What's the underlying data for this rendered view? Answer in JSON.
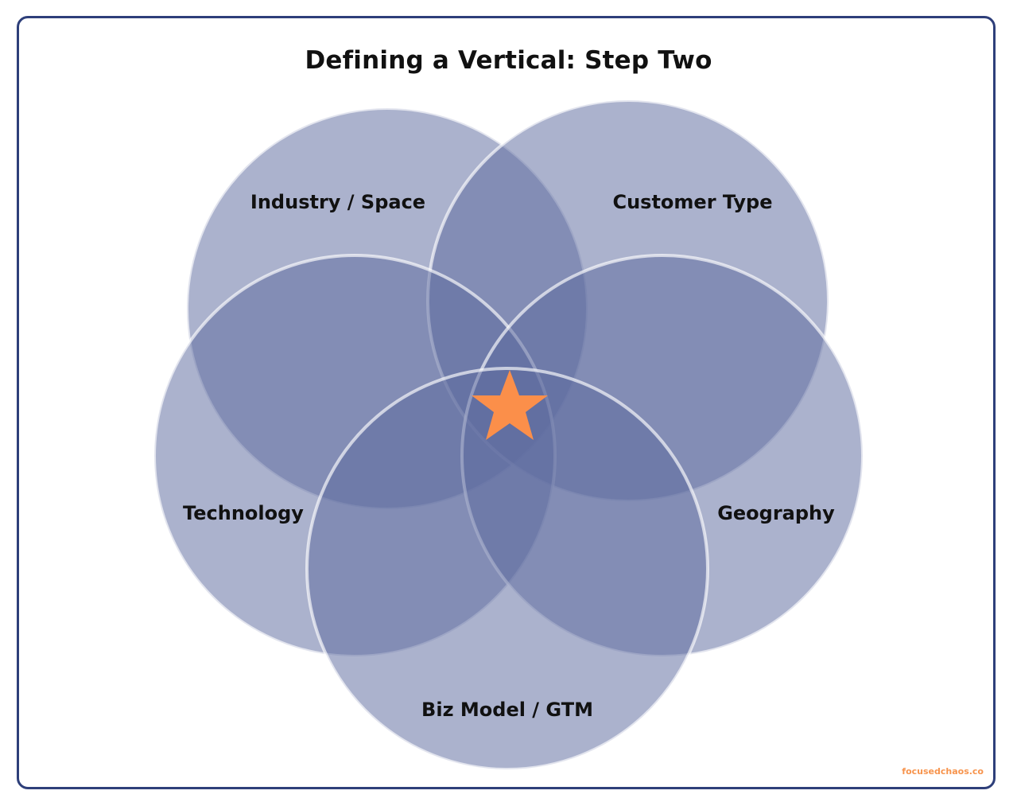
{
  "title": "Defining a Vertical: Step Two",
  "circles": [
    {
      "key": "industry",
      "label": "Industry / Space"
    },
    {
      "key": "customer",
      "label": "Customer Type"
    },
    {
      "key": "technology",
      "label": "Technology"
    },
    {
      "key": "geography",
      "label": "Geography"
    },
    {
      "key": "bizmodel",
      "label": "Biz Model / GTM"
    }
  ],
  "center_icon": "star-icon",
  "credit": "focusedchaos.co",
  "colors": {
    "frame": "#2e3f7a",
    "circle_fill": "#5d6ca0",
    "circle_stroke": "#ffffff",
    "star": "#fb8f4a"
  }
}
